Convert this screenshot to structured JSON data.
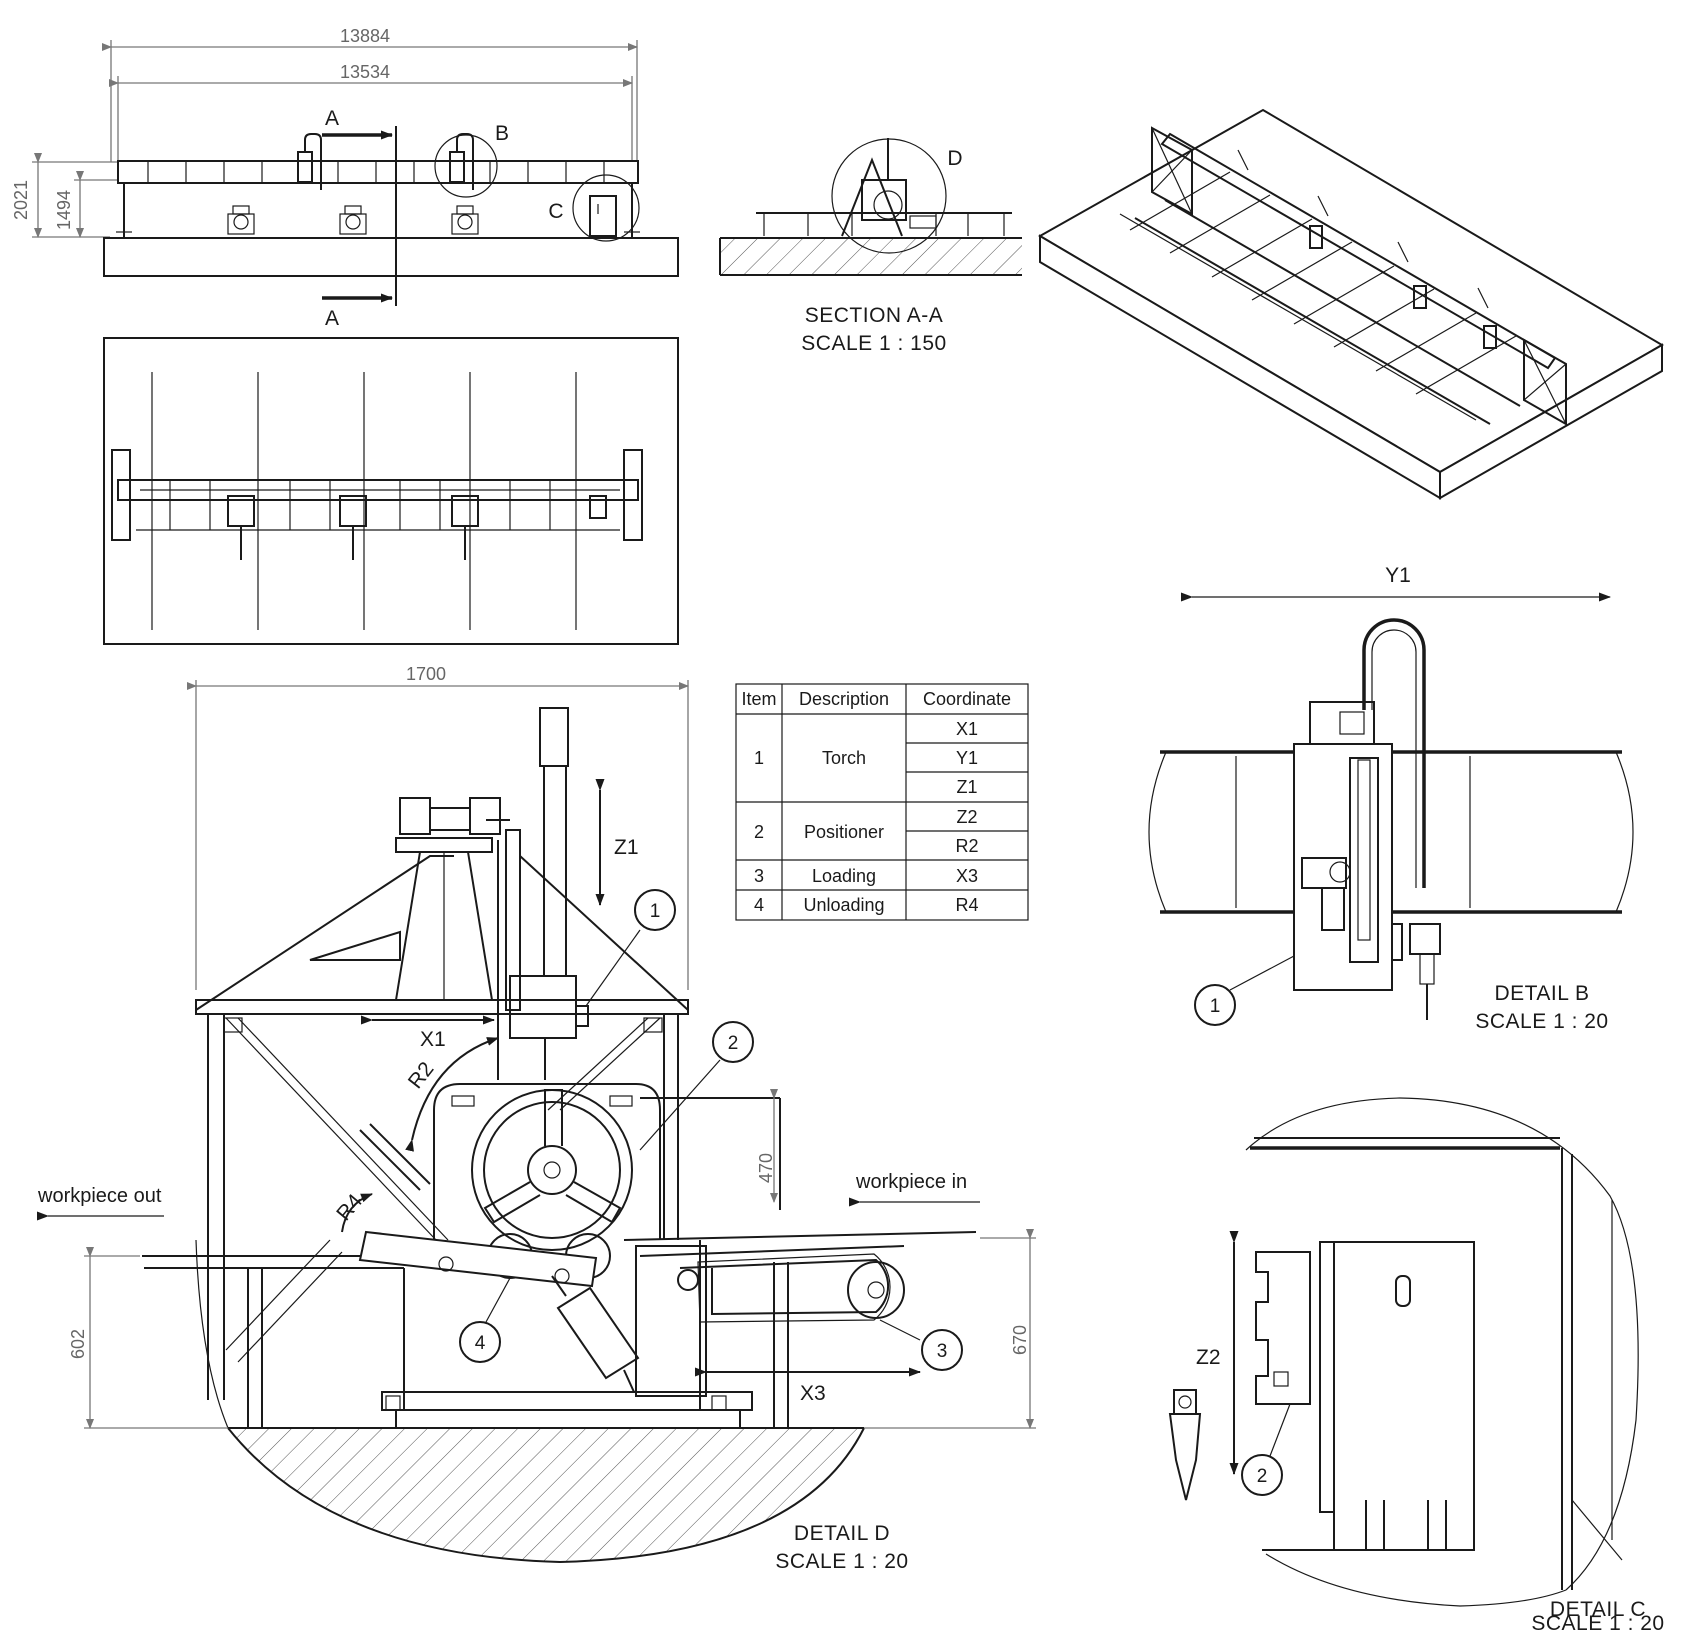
{
  "dimensions": {
    "overall_length": "13884",
    "rail_length": "13534",
    "total_height": "2021",
    "beam_height": "1494",
    "detail_width": "1700",
    "axis_height": "470",
    "workpiece_out_height": "602",
    "workpiece_in_height": "670"
  },
  "section_labels": {
    "a_top": "A",
    "a_bottom": "A",
    "b": "B",
    "c": "C",
    "d": "D"
  },
  "captions": {
    "section_aa": {
      "title": "SECTION A-A",
      "scale": "SCALE 1 : 150"
    },
    "detail_b": {
      "title": "DETAIL B",
      "scale": "SCALE 1 : 20"
    },
    "detail_c": {
      "title": "DETAIL C",
      "scale": "SCALE 1 : 20"
    },
    "detail_d": {
      "title": "DETAIL D",
      "scale": "SCALE 1 : 20"
    }
  },
  "axes": {
    "x1": "X1",
    "y1": "Y1",
    "z1": "Z1",
    "z2": "Z2",
    "r2": "R2",
    "x3": "X3",
    "r4": "R4"
  },
  "notes": {
    "workpiece_out": "workpiece out",
    "workpiece_in": "workpiece in"
  },
  "balloons": {
    "d1": "1",
    "d2": "2",
    "d3": "3",
    "d4": "4",
    "b1": "1",
    "c2": "2"
  },
  "table": {
    "headers": [
      "Item",
      "Description",
      "Coordinate"
    ],
    "rows": [
      {
        "item": "1",
        "description": "Torch",
        "coordinates": [
          "X1",
          "Y1",
          "Z1"
        ]
      },
      {
        "item": "2",
        "description": "Positioner",
        "coordinates": [
          "Z2",
          "R2"
        ]
      },
      {
        "item": "3",
        "description": "Loading",
        "coordinates": [
          "X3"
        ]
      },
      {
        "item": "4",
        "description": "Unloading",
        "coordinates": [
          "R4"
        ]
      }
    ]
  }
}
